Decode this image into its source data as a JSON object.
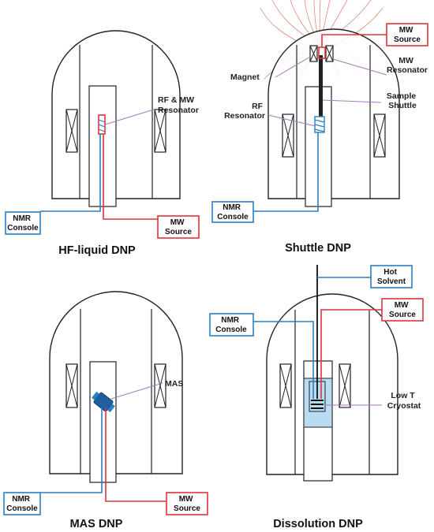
{
  "colors": {
    "nmr_line": "#2a7fc6",
    "mw_line": "#e0333a",
    "leader": "#a57ab8",
    "cryostat_fill": "#b9dcf2",
    "field_lines": "#e08a78"
  },
  "panels": {
    "hf_liquid": {
      "caption": "HF-liquid  DNP",
      "resonator_label": [
        "RF & MW",
        "Resonator"
      ],
      "nmr_box": [
        "NMR",
        "Console"
      ],
      "mw_box": [
        "MW",
        "Source"
      ]
    },
    "shuttle": {
      "caption": "Shuttle DNP",
      "magnet_label": "Magnet",
      "mw_resonator_label": [
        "MW",
        "Resonator"
      ],
      "sample_shuttle_label": [
        "Sample",
        "Shuttle"
      ],
      "rf_resonator_label": [
        "RF",
        "Resonator"
      ],
      "mw_box": [
        "MW",
        "Source"
      ],
      "nmr_box": [
        "NMR",
        "Console"
      ]
    },
    "mas": {
      "caption": "MAS DNP",
      "mas_label": "MAS",
      "nmr_box": [
        "NMR",
        "Console"
      ],
      "mw_box": [
        "MW",
        "Source"
      ]
    },
    "dissolution": {
      "caption": "Dissolution DNP",
      "hot_solvent_box": [
        "Hot",
        "Solvent"
      ],
      "mw_box": [
        "MW",
        "Source"
      ],
      "nmr_box": [
        "NMR",
        "Console"
      ],
      "cryostat_label": [
        "Low T",
        "Cryostat"
      ]
    }
  }
}
